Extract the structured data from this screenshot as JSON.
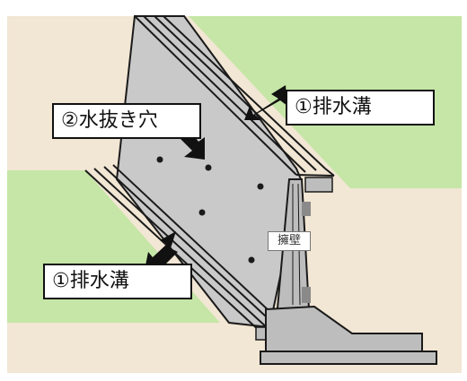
{
  "labels": {
    "drain_upper": "①排水溝",
    "drain_lower": "①排水溝",
    "weep_hole": "②水抜き穴",
    "retaining_wall": "擁壁"
  },
  "colors": {
    "background": "#ffffff",
    "frame": "#f2e6d4",
    "ground": "#c5e6a6",
    "slope": "#c9c9c9",
    "concrete": "#bdbdbd",
    "outline": "#1a1a1a",
    "arrow": "#111111"
  }
}
